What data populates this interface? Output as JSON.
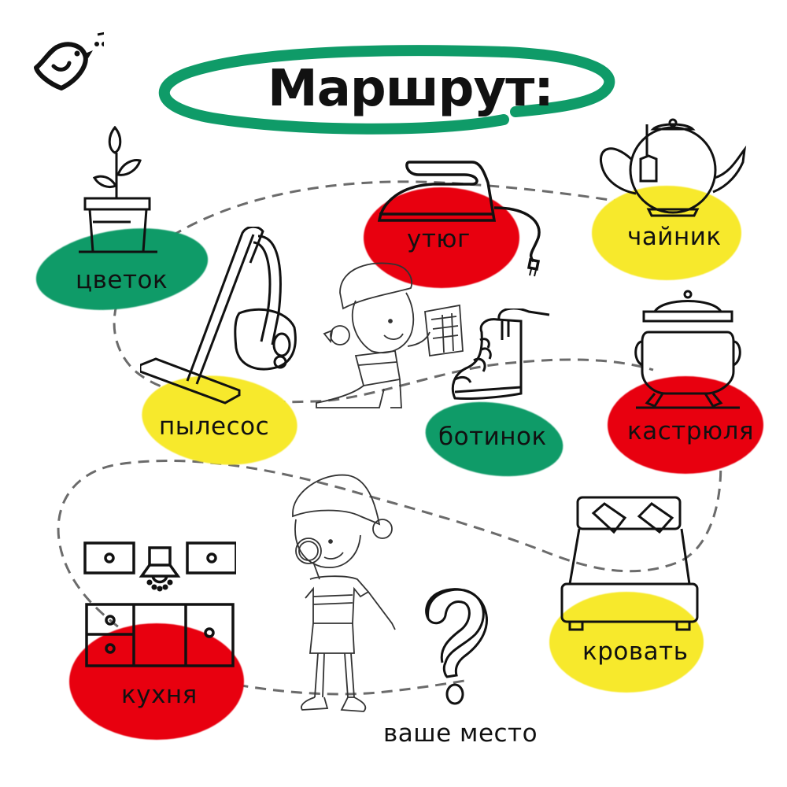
{
  "title": "Маршрут:",
  "colors": {
    "green": "#0f9b68",
    "red": "#e8000f",
    "yellow": "#f7e92c",
    "path_dash": "#6b6b6b"
  },
  "logo": {
    "icon": "bird-with-music-note-icon"
  },
  "items": [
    {
      "id": "flower",
      "label": "цветок",
      "color": "green",
      "icon": "potted-plant-icon"
    },
    {
      "id": "iron",
      "label": "утюг",
      "color": "red",
      "icon": "iron-icon"
    },
    {
      "id": "teapot",
      "label": "чайник",
      "color": "yellow",
      "icon": "teapot-icon"
    },
    {
      "id": "vacuum",
      "label": "пылесос",
      "color": "yellow",
      "icon": "vacuum-cleaner-icon"
    },
    {
      "id": "boot",
      "label": "ботинок",
      "color": "green",
      "icon": "boot-icon"
    },
    {
      "id": "pot",
      "label": "кастрюля",
      "color": "red",
      "icon": "cooking-pot-icon"
    },
    {
      "id": "kitchen",
      "label": "кухня",
      "color": "red",
      "icon": "kitchen-cabinets-icon"
    },
    {
      "id": "bed",
      "label": "кровать",
      "color": "yellow",
      "icon": "bed-icon"
    }
  ],
  "your_place": {
    "label": "ваше место",
    "icon": "question-mark-icon"
  },
  "characters": [
    {
      "id": "kneeling-child",
      "icon": "child-with-map-illustration"
    },
    {
      "id": "standing-child",
      "icon": "child-with-magnifier-illustration"
    }
  ]
}
